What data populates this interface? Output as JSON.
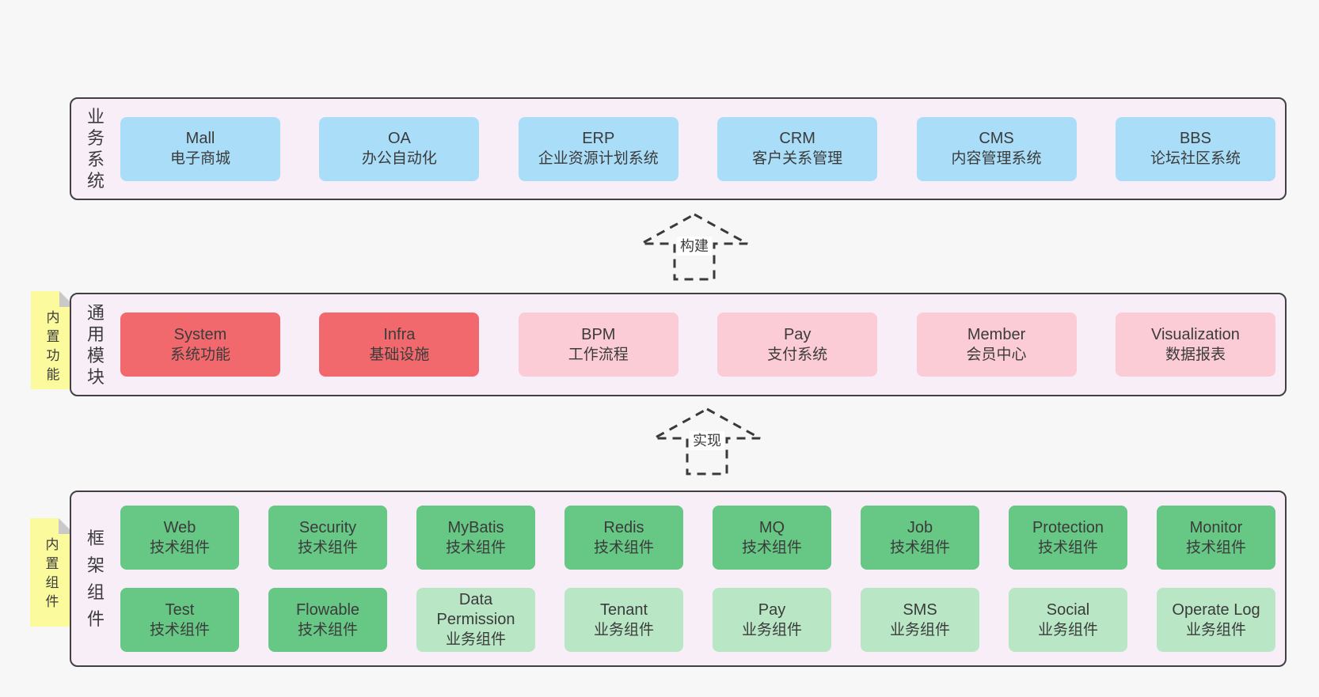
{
  "colors": {
    "page_bg": "#f7f7f7",
    "panel_bg": "#f8eef7",
    "panel_border": "#414141",
    "text": "#3b3b3b",
    "blue": "#a9ddf8",
    "red": "#f2696d",
    "pink": "#fbccd5",
    "green_dark": "#67c785",
    "green_light": "#b9e7c6",
    "note_bg": "#fbfb9e",
    "note_fold": "#c9c9c9",
    "arrow_stroke": "#3a3a3a",
    "arrow_label_bg": "#ffffff"
  },
  "arrows": [
    {
      "label": "构建"
    },
    {
      "label": "实现"
    }
  ],
  "notes": [
    {
      "label": "内置功能"
    },
    {
      "label": "内置组件"
    }
  ],
  "layers": [
    {
      "id": "business",
      "label": "业务系统",
      "rows": [
        [
          {
            "title": "Mall",
            "subtitle": "电子商城",
            "color": "blue"
          },
          {
            "title": "OA",
            "subtitle": "办公自动化",
            "color": "blue"
          },
          {
            "title": "ERP",
            "subtitle": "企业资源计划系统",
            "color": "blue"
          },
          {
            "title": "CRM",
            "subtitle": "客户关系管理",
            "color": "blue"
          },
          {
            "title": "CMS",
            "subtitle": "内容管理系统",
            "color": "blue"
          },
          {
            "title": "BBS",
            "subtitle": "论坛社区系统",
            "color": "blue"
          }
        ]
      ]
    },
    {
      "id": "modules",
      "label": "通用模块",
      "rows": [
        [
          {
            "title": "System",
            "subtitle": "系统功能",
            "color": "red"
          },
          {
            "title": "Infra",
            "subtitle": "基础设施",
            "color": "red"
          },
          {
            "title": "BPM",
            "subtitle": "工作流程",
            "color": "pink"
          },
          {
            "title": "Pay",
            "subtitle": "支付系统",
            "color": "pink"
          },
          {
            "title": "Member",
            "subtitle": "会员中心",
            "color": "pink"
          },
          {
            "title": "Visualization",
            "subtitle": "数据报表",
            "color": "pink"
          }
        ]
      ]
    },
    {
      "id": "components",
      "label": "框架组件",
      "rows": [
        [
          {
            "title": "Web",
            "subtitle": "技术组件",
            "color": "green_dark"
          },
          {
            "title": "Security",
            "subtitle": "技术组件",
            "color": "green_dark"
          },
          {
            "title": "MyBatis",
            "subtitle": "技术组件",
            "color": "green_dark"
          },
          {
            "title": "Redis",
            "subtitle": "技术组件",
            "color": "green_dark"
          },
          {
            "title": "MQ",
            "subtitle": "技术组件",
            "color": "green_dark"
          },
          {
            "title": "Job",
            "subtitle": "技术组件",
            "color": "green_dark"
          },
          {
            "title": "Protection",
            "subtitle": "技术组件",
            "color": "green_dark"
          },
          {
            "title": "Monitor",
            "subtitle": "技术组件",
            "color": "green_dark"
          }
        ],
        [
          {
            "title": "Test",
            "subtitle": "技术组件",
            "color": "green_dark"
          },
          {
            "title": "Flowable",
            "subtitle": "技术组件",
            "color": "green_dark"
          },
          {
            "title": "Data Permission",
            "subtitle": "业务组件",
            "color": "green_light"
          },
          {
            "title": "Tenant",
            "subtitle": "业务组件",
            "color": "green_light"
          },
          {
            "title": "Pay",
            "subtitle": "业务组件",
            "color": "green_light"
          },
          {
            "title": "SMS",
            "subtitle": "业务组件",
            "color": "green_light"
          },
          {
            "title": "Social",
            "subtitle": "业务组件",
            "color": "green_light"
          },
          {
            "title": "Operate Log",
            "subtitle": "业务组件",
            "color": "green_light"
          }
        ]
      ]
    }
  ]
}
